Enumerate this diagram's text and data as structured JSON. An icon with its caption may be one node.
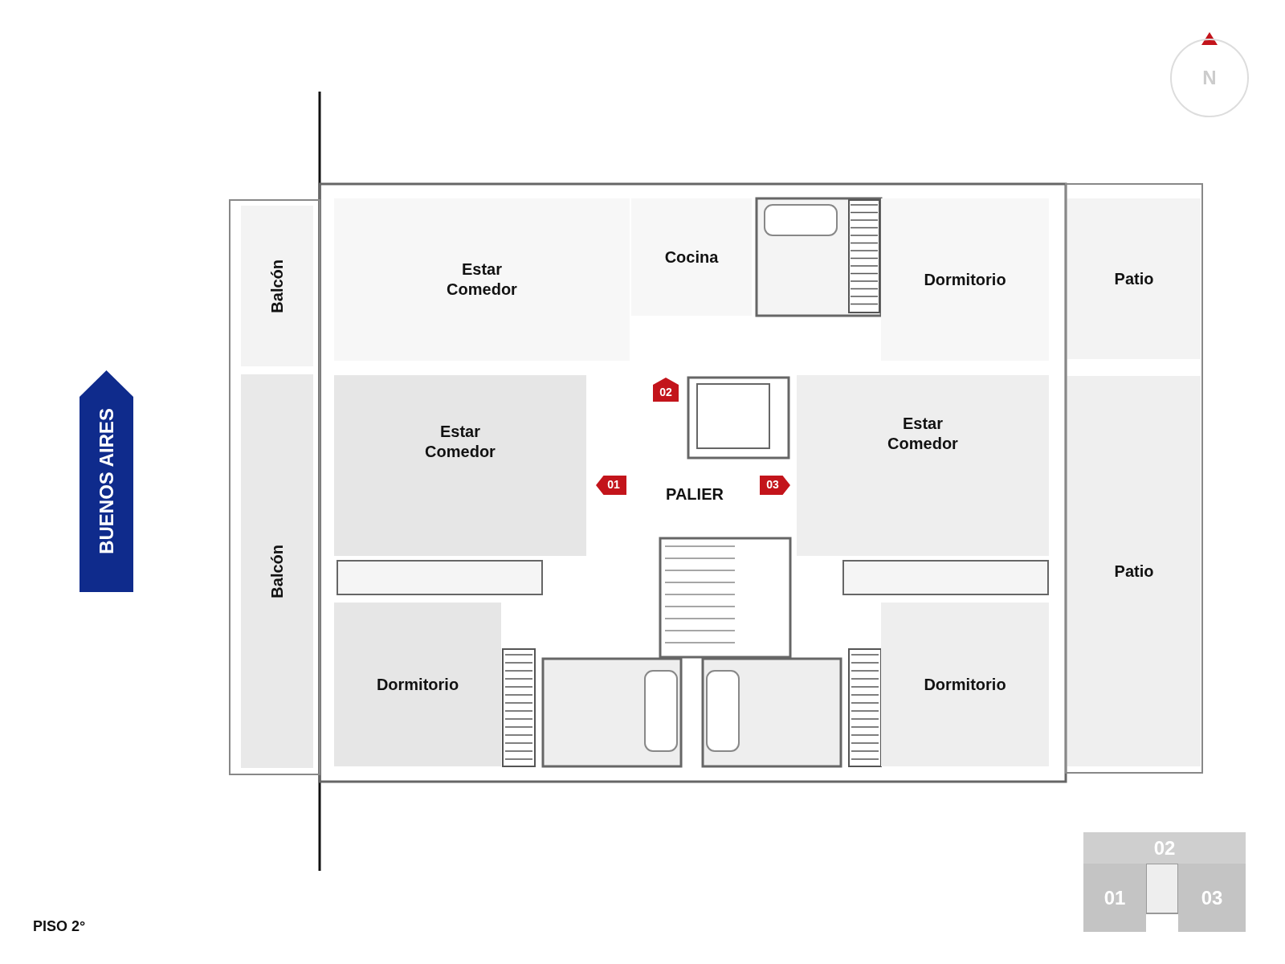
{
  "diagram": {
    "nodes": [
      {
        "text": [
          "N"
        ]
      },
      {
        "text": [
          "Balcón"
        ]
      },
      {
        "text": [
          "Estar Comedor"
        ]
      },
      {
        "text": [
          "Cocina"
        ]
      },
      {
        "text": [
          "Dormitorio"
        ]
      },
      {
        "text": [
          "Patio"
        ]
      },
      {
        "text": [
          "BUENOS AIRES"
        ]
      },
      {
        "text": [
          "Estar Comedor"
        ]
      },
      {
        "text": [
          "PALIER"
        ]
      },
      {
        "text": [
          "02"
        ],
        "in": 8
      },
      {
        "text": [
          "01"
        ],
        "in": 8
      },
      {
        "text": [
          "03"
        ],
        "in": 8
      },
      {
        "text": [
          "Estar Comedor"
        ]
      },
      {
        "text": [
          "Balcón"
        ]
      },
      {
        "text": [
          "Patio"
        ]
      },
      {
        "text": [
          "Dormitorio"
        ]
      },
      {
        "text": [
          "Dormitorio"
        ]
      },
      {
        "text": [
          "02"
        ]
      },
      {
        "text": [
          "01"
        ]
      },
      {
        "text": [
          "03"
        ]
      }
    ],
    "labels": [
      "PISO 2°"
    ]
  }
}
